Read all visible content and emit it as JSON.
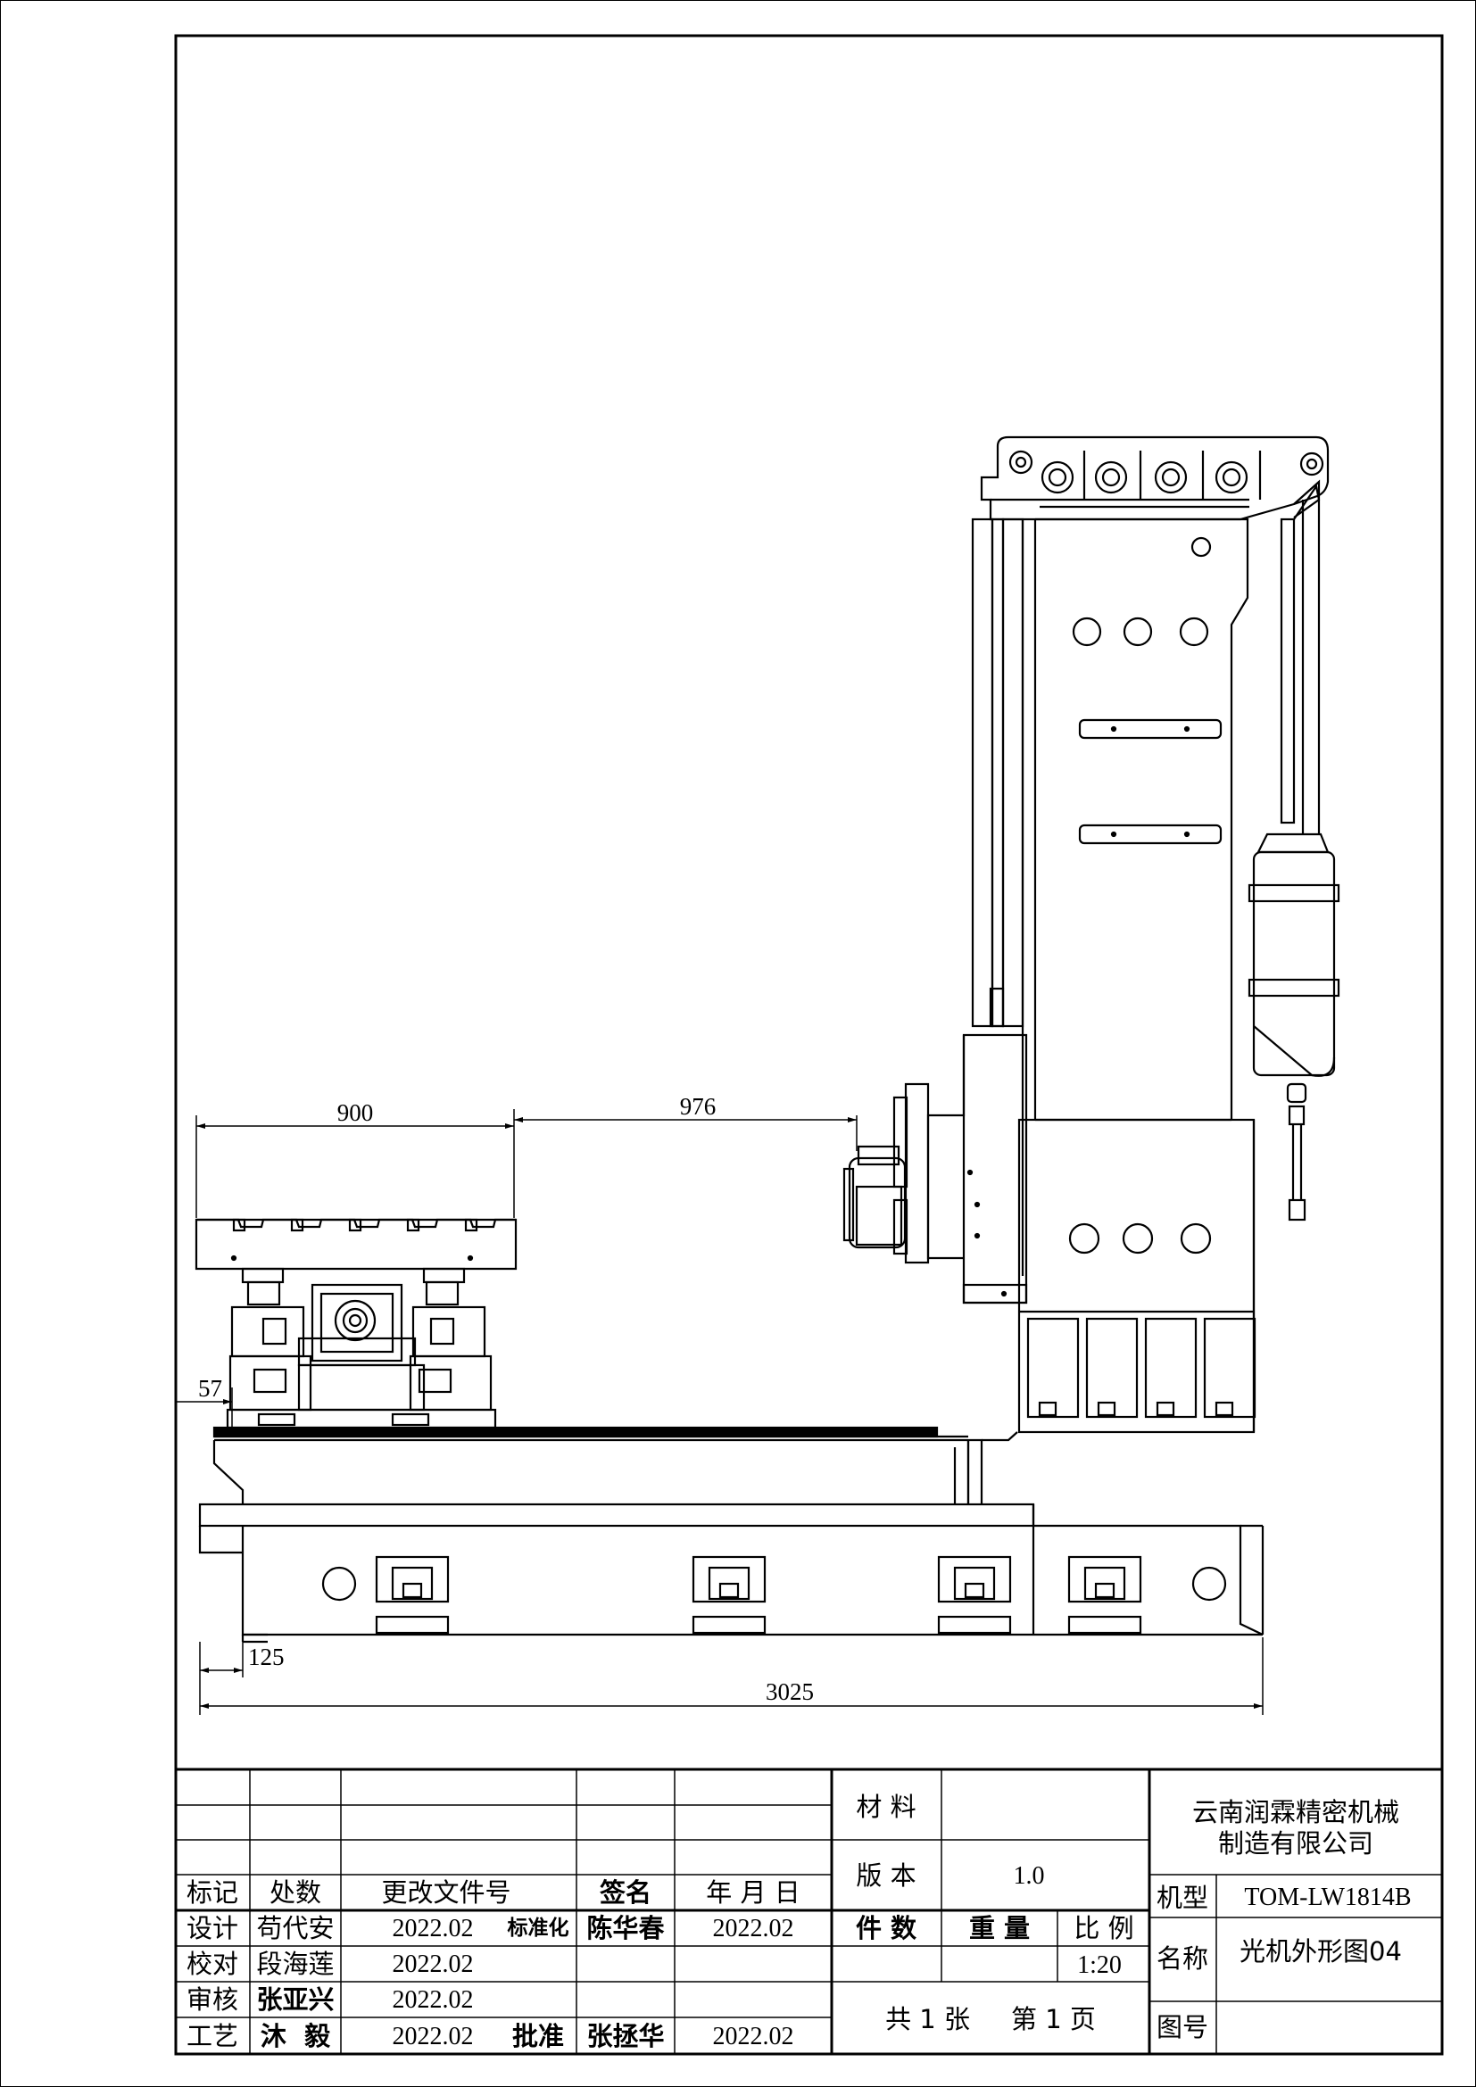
{
  "dimensions": {
    "table_width": "900",
    "table_to_spindle": "976",
    "table_offset": "57",
    "base_offset": "125",
    "overall_length": "3025"
  },
  "title_block": {
    "headers": {
      "mark": "标记",
      "count": "处数",
      "change_doc": "更改文件号",
      "signature": "签名",
      "date": "年 月 日"
    },
    "rows": [
      {
        "role": "设计",
        "name": "苟代安",
        "date": "2022.02"
      },
      {
        "role": "校对",
        "name": "段海莲",
        "date": "2022.02"
      },
      {
        "role": "审核",
        "name": "张亚兴",
        "date": "2022.02"
      },
      {
        "role": "工艺",
        "name": "沐  毅",
        "date": "2022.02"
      }
    ],
    "standardization": {
      "label": "标准化",
      "name": "陈华春",
      "date": "2022.02"
    },
    "approval": {
      "label": "批准",
      "name": "张拯华",
      "date": "2022.02"
    },
    "material_label": "材 料",
    "material_value": "",
    "version_label": "版 本",
    "version_value": "1.0",
    "quantity_label": "件 数",
    "weight_label": "重 量",
    "scale_label": "比 例",
    "scale_value": "1:20",
    "sheet_info": "共 1 张     第 1 页",
    "company_line1": "云南润霖精密机械",
    "company_line2": "制造有限公司",
    "model_label": "机型",
    "model_value": "TOM-LW1814B",
    "name_label": "名称",
    "name_value": "光机外形图04",
    "drawing_no_label": "图号",
    "drawing_no_value": ""
  }
}
